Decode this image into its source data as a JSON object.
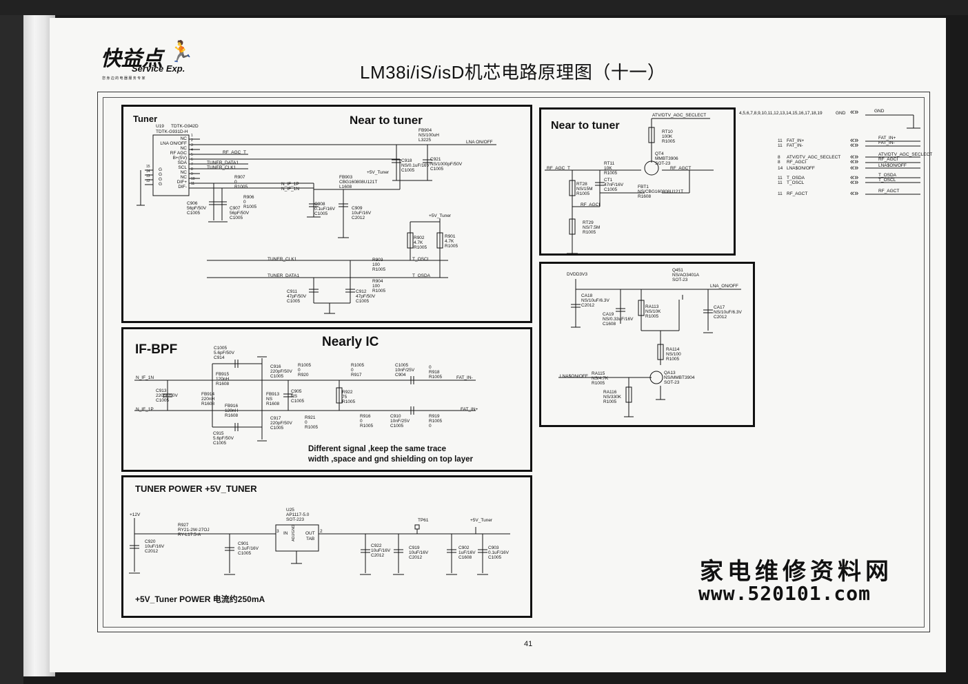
{
  "header": {
    "logo_main": "快益点",
    "logo_sub": "Service Exp.",
    "logo_tagline": "您 身 边 的 电 器 服 务 专 家",
    "title": "LM38i/iS/isD机芯电路原理图（十一）",
    "page_number": "41"
  },
  "tuner_block": {
    "label": "Tuner",
    "heading": "Near to tuner",
    "u19_ref": "U19",
    "u19_part1": "TDTK-G942D",
    "u19_part2": "TDTK-G931D-H",
    "pins": [
      "NC",
      "LNA ON/OFF",
      "NC",
      "RF AGC",
      "B+(5V)",
      "SDA",
      "SCL",
      "NC",
      "NC",
      "DIF+",
      "DIF-"
    ],
    "pin_numbers": [
      "1",
      "2",
      "3",
      "4",
      "5",
      "6",
      "7",
      "8",
      "9",
      "10",
      "11"
    ],
    "gnd_pins": [
      "15",
      "14",
      "13",
      "12"
    ],
    "gnd_labels": [
      "G",
      "G",
      "G",
      "G"
    ],
    "nets": {
      "rf_agc_t": "RF_AGC_T",
      "tuner_data1": "TUNER_DATA1",
      "tuner_clk1": "TUNER_CLK1",
      "n_if_1p": "N_IF_1P",
      "n_if_1n": "N_IF_1N",
      "lna_onoff": "LNA ON/OFF",
      "plus5v_tuner": "+5V_Tuner",
      "t_oscl": "T_OSCL",
      "t_osda": "T_OSDA"
    },
    "parts": {
      "fb904": [
        "FB904",
        "NS/100uH",
        "L3225"
      ],
      "fb903": [
        "FB903",
        "CBG160808U121T",
        "L1608"
      ],
      "r907": [
        "R907",
        "0",
        "R1005"
      ],
      "r906": [
        "R906",
        "0",
        "R1005"
      ],
      "c906": [
        "C906",
        "56pF/50V",
        "C1005"
      ],
      "c907": [
        "C907",
        "56pF/50V",
        "C1005"
      ],
      "c918": [
        "C918",
        "NS/0.1uF/16V",
        "C1005"
      ],
      "c921": [
        "C921",
        "NS/1000pF/50V",
        "C1005"
      ],
      "c908": [
        "C908",
        "0.1uF/16V",
        "C1005"
      ],
      "c909": [
        "C909",
        "10uF/16V",
        "C2012"
      ],
      "r902": [
        "R902",
        "4.7K",
        "R1005"
      ],
      "r901": [
        "R901",
        "4.7K",
        "R1005"
      ],
      "r903": [
        "R903",
        "100",
        "R1005"
      ],
      "r904": [
        "R904",
        "100",
        "R1005"
      ],
      "c911": [
        "C911",
        "47pF/50V",
        "C1005"
      ],
      "c912": [
        "C912",
        "47pF/50V",
        "C1005"
      ]
    }
  },
  "near_tuner_block": {
    "heading": "Near to tuner",
    "atv_net": "ATV/DTV_AGC_SECLECT",
    "rf_agc_t": "RF_AGC_T",
    "rf_agct": "RF_AGCT",
    "rf_agci": "RF_AGCI",
    "rt10": [
      "RT10",
      "100K",
      "R1005"
    ],
    "qt4": [
      "QT4",
      "MMBT3906",
      "SOT-23"
    ],
    "rt11": [
      "RT11",
      "10K",
      "R1005"
    ],
    "rt28": [
      "RT28",
      "NS/15M",
      "R1005"
    ],
    "ct1": [
      "CT1",
      "47nF/16V",
      "C1005"
    ],
    "fbt1": [
      "FBT1",
      "NS/CBG160808U121T",
      "R1608"
    ],
    "rt29": [
      "RT29",
      "NS/7.5M",
      "R1005"
    ],
    "pin_nums": [
      "3",
      "2",
      "1"
    ]
  },
  "connectors": {
    "gnd_row": "4,5,6,7,8,9,10,11,12,13,14,15,16,17,18,19",
    "gnd": "GND",
    "rows": [
      {
        "pin": "11",
        "left": "FAT_IN+",
        "right": "FAT_IN+"
      },
      {
        "pin": "11",
        "left": "FAT_IN-",
        "right": "FAT_IN-"
      },
      {
        "pin": "8",
        "left": "ATV/DTV_AGC_SECLECT",
        "right": "ATV/DTV_AGC_SECLECT"
      },
      {
        "pin": "8",
        "left": "RF_AGCI",
        "right": "RF_AGCI"
      },
      {
        "pin": "14",
        "left": "LNA$ON/OFF",
        "right": "LNA$ON/OFF"
      },
      {
        "pin": "11",
        "left": "T_OSDA",
        "right": "T_OSDA"
      },
      {
        "pin": "11",
        "left": "T_OSCL",
        "right": "T_OSCL"
      },
      {
        "pin": "11",
        "left": "RF_AGCT",
        "right": "RF_AGCT"
      }
    ]
  },
  "lna_block": {
    "dvdd": "DVDD3V3",
    "q451": [
      "Q451",
      "NS/AO3401A",
      "SOT-23"
    ],
    "lna_net": "LNA_ON/OFF",
    "ca18": [
      "CA18",
      "NS/10uF/6.3V",
      "C2012"
    ],
    "ra113": [
      "RA113",
      "NS/10K",
      "R1005"
    ],
    "ca19": [
      "CA19",
      "NS/0.33uF/16V",
      "C1608"
    ],
    "ca17": [
      "CA17",
      "NS/10uF/6.3V",
      "C2012"
    ],
    "ra114": [
      "RA114",
      "NS/100",
      "R1005"
    ],
    "lnason": "LNA$ON/OFF",
    "ra115": [
      "RA115",
      "NS/4.7K",
      "R1005"
    ],
    "qa13": [
      "QA13",
      "NS/MMBT3904",
      "SOT-23"
    ],
    "ra116": [
      "RA116",
      "NS/330K",
      "R1005"
    ],
    "pin_nums": [
      "2",
      "1",
      "3"
    ]
  },
  "ifbpf_block": {
    "label": "IF-BPF",
    "heading": "Nearly IC",
    "n_if_1n": "N_IF_1N",
    "n_if_1p": "N_IF_1P",
    "fat_in_minus": "FAT_IN-",
    "fat_in_plus": "FAT_IN+",
    "c914": [
      "C1005",
      "5.6pF/50V",
      "C914"
    ],
    "fb915": [
      "FB915",
      "120nH",
      "R1608"
    ],
    "c916": [
      "C916",
      "220pF/50V",
      "C1005"
    ],
    "r920": [
      "R1005",
      "0",
      "R920"
    ],
    "r917": [
      "R1005",
      "0",
      "R917"
    ],
    "c904": [
      "C1005",
      "10nF/25V",
      "C904"
    ],
    "r918": [
      "0",
      "R918",
      "R1005"
    ],
    "c913": [
      "C913",
      "220pF/50V",
      "C1005"
    ],
    "fb914": [
      "FB914",
      "220nH",
      "R1608"
    ],
    "fb913": [
      "FB913",
      "NS",
      "R1608"
    ],
    "c905": [
      "C905",
      "NS",
      "C1005"
    ],
    "r922": [
      "R922",
      "75",
      "R1005"
    ],
    "fb916": [
      "FB916",
      "120nH",
      "R1608"
    ],
    "c917": [
      "C917",
      "220pF/50V",
      "C1005"
    ],
    "r921": [
      "R921",
      "0",
      "R1005"
    ],
    "r916": [
      "R916",
      "0",
      "R1005"
    ],
    "c910": [
      "C910",
      "10nF/25V",
      "C1005"
    ],
    "r919": [
      "R919",
      "R1005",
      "0"
    ],
    "c915": [
      "C915",
      "5.6pF/50V",
      "C1005"
    ],
    "note1": "Different signal ,keep the same trace",
    "note2": "width ,space  and gnd shielding on top layer"
  },
  "power_block": {
    "heading": "TUNER POWER +5V_TUNER",
    "plus12v": "+12V",
    "r927": [
      "R927",
      "RY21-2W-27OJ",
      "RY-L17.5-A"
    ],
    "c920": [
      "C920",
      "10uF/16V",
      "C2012"
    ],
    "c901": [
      "C901",
      "0.1uF/16V",
      "C1005"
    ],
    "u25": [
      "U25",
      "AP1117-5.0",
      "SOT-223"
    ],
    "u25_pins": [
      "IN",
      "OUT",
      "TAB",
      "ADJ/GND"
    ],
    "u25_nums": [
      "3",
      "2",
      "4",
      "1"
    ],
    "tp61": "TP61",
    "plus5v": "+5V_Tuner",
    "c922": [
      "C922",
      "10uF/16V",
      "C2012"
    ],
    "c919": [
      "C919",
      "10uF/16V",
      "C2012"
    ],
    "c902": [
      "C902",
      "1uF/16V",
      "C1608"
    ],
    "c903": [
      "C903",
      "0.1uF/16V",
      "C1005"
    ],
    "footer": "+5V_Tuner POWER  电流约250mA"
  },
  "watermark": {
    "line1": "家电维修资料网",
    "line2": "www.520101.com"
  }
}
